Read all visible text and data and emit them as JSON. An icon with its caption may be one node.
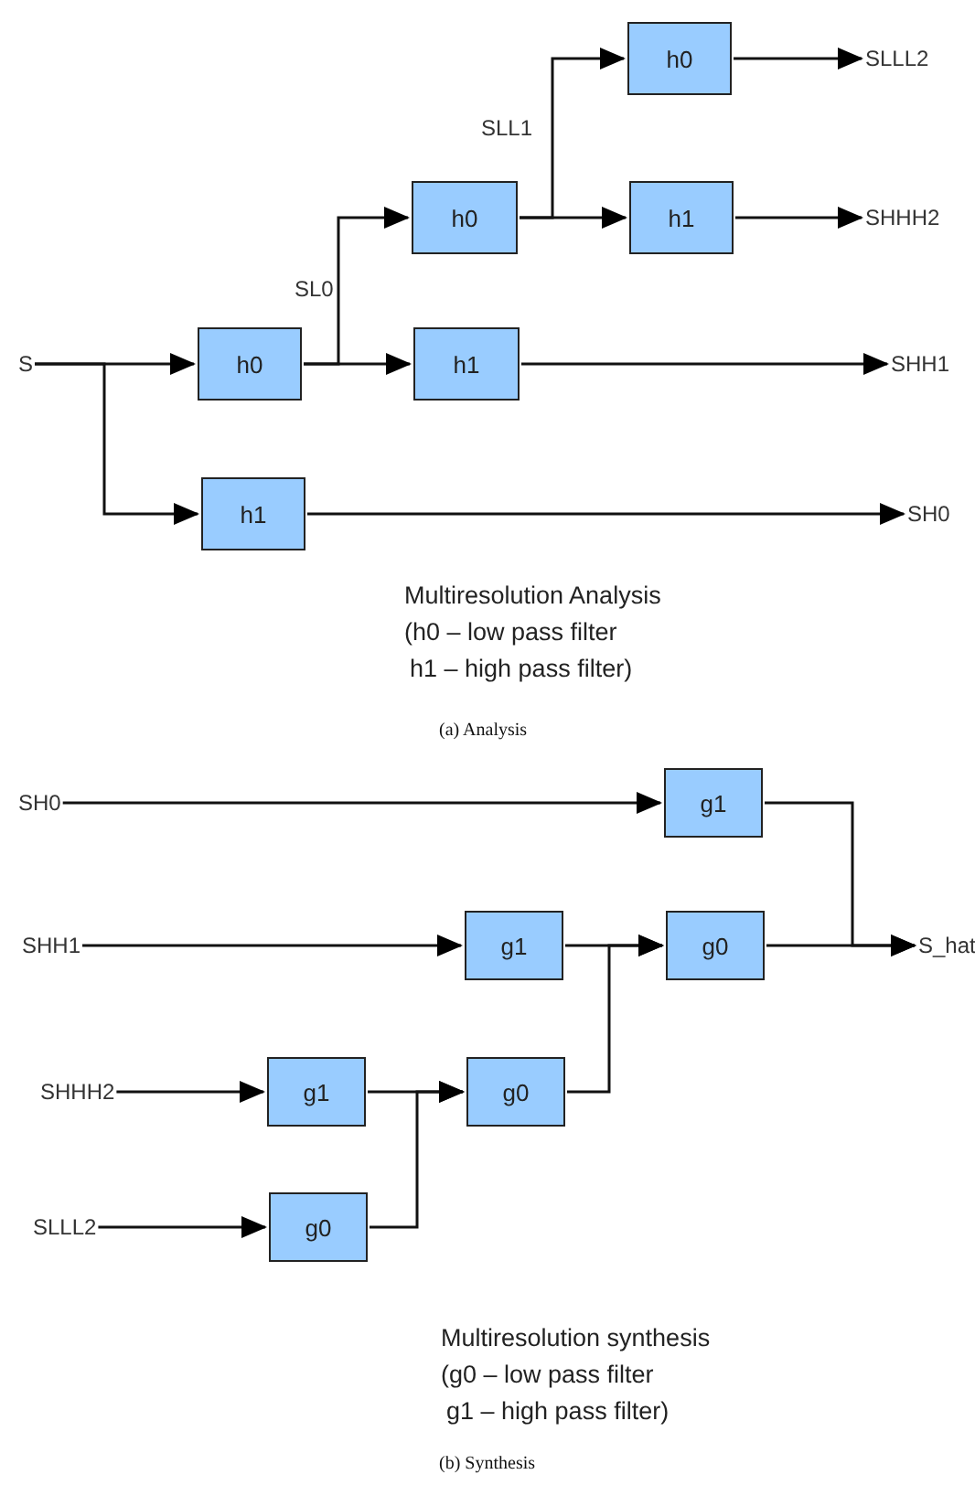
{
  "diagram": {
    "nodes": [
      {
        "text": [
          "S"
        ]
      },
      {
        "text": [
          "h0"
        ]
      },
      {
        "text": [
          "h1"
        ]
      },
      {
        "text": [
          "h0"
        ]
      },
      {
        "text": [
          "h1"
        ]
      },
      {
        "text": [
          "h0"
        ]
      },
      {
        "text": [
          "h1"
        ]
      },
      {
        "text": [
          "SLLL2"
        ]
      },
      {
        "text": [
          "SHHH2"
        ]
      },
      {
        "text": [
          "SHH1"
        ]
      },
      {
        "text": [
          "SH0"
        ]
      },
      {
        "text": [
          "SH0"
        ]
      },
      {
        "text": [
          "g1"
        ]
      },
      {
        "text": [
          "SHH1"
        ]
      },
      {
        "text": [
          "g1"
        ]
      },
      {
        "text": [
          "g0"
        ]
      },
      {
        "text": [
          "S_hat"
        ]
      },
      {
        "text": [
          "SHHH2"
        ]
      },
      {
        "text": [
          "g1"
        ]
      },
      {
        "text": [
          "g0"
        ]
      },
      {
        "text": [
          "SLLL2"
        ]
      },
      {
        "text": [
          "g0"
        ]
      }
    ],
    "edges": [
      {
        "from": 0,
        "to": 1,
        "arrow": "to"
      },
      {
        "from": 0,
        "to": 2,
        "arrow": "to"
      },
      {
        "from": 1,
        "to": 3,
        "arrow": "to",
        "label": "SL0"
      },
      {
        "from": 1,
        "to": 4,
        "arrow": "to"
      },
      {
        "from": 3,
        "to": 5,
        "arrow": "to",
        "label": "SLL1"
      },
      {
        "from": 3,
        "to": 6,
        "arrow": "to"
      },
      {
        "from": 5,
        "to": 7,
        "arrow": "to"
      },
      {
        "from": 6,
        "to": 8,
        "arrow": "to"
      },
      {
        "from": 4,
        "to": 9,
        "arrow": "to"
      },
      {
        "from": 2,
        "to": 10,
        "arrow": "to"
      },
      {
        "from": 11,
        "to": 12,
        "arrow": "to"
      },
      {
        "from": 13,
        "to": 14,
        "arrow": "to"
      },
      {
        "from": 14,
        "to": 15,
        "arrow": "to"
      },
      {
        "from": 12,
        "to": 16,
        "arrow": "to"
      },
      {
        "from": 15,
        "to": 16,
        "arrow": "to"
      },
      {
        "from": 17,
        "to": 18,
        "arrow": "to"
      },
      {
        "from": 20,
        "to": 21,
        "arrow": "to"
      },
      {
        "from": 18,
        "to": 19,
        "arrow": "to"
      },
      {
        "from": 21,
        "to": 19,
        "arrow": "to"
      },
      {
        "from": 19,
        "to": 15,
        "arrow": "to"
      }
    ],
    "labels": [
      "Multiresolution Analysis",
      "(h0 – low pass filter",
      "h1 – high pass filter)",
      "(a) Analysis",
      "Multiresolution synthesis",
      "(g0 – low pass filter",
      "g1 – high pass filter)",
      "(b) Synthesis"
    ]
  }
}
